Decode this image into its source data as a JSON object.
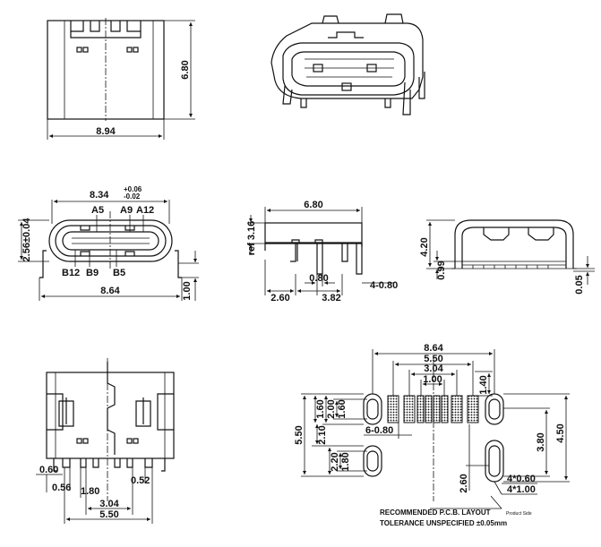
{
  "top_view": {
    "height": "6.80",
    "width": "8.94"
  },
  "front_view": {
    "width_top": "8.34",
    "tol_plus": "+0.06",
    "tol_minus": "-0.02",
    "height": "2.56",
    "height_tol": "±0.04",
    "pin_a5": "A5",
    "pin_a9": "A9",
    "pin_a12": "A12",
    "pin_b12": "B12",
    "pin_b9": "B9",
    "pin_b5": "B5",
    "bottom_width": "8.64",
    "leg": "1.00"
  },
  "side_view": {
    "length": "6.80",
    "ref": "ref 3.16",
    "d1": "0.80",
    "d2": "2.60",
    "d3": "3.82",
    "pins": "4-0.80"
  },
  "rear_view": {
    "height": "4.20",
    "d1": "0.99",
    "d2": "0.05"
  },
  "bottom_view": {
    "d1": "0.60",
    "d2": "0.56",
    "d3": "1.80",
    "d4": "0.52",
    "d5": "3.04",
    "d6": "5.50"
  },
  "pcb_layout": {
    "w1": "8.64",
    "w2": "5.50",
    "w3": "3.04",
    "w4": "1.00",
    "h1": "1.40",
    "l1": "1.60",
    "l2": "2.00",
    "l3": "1.60",
    "l4": "6-0.80",
    "l5": "5.50",
    "l6": "2.10",
    "l7": "2.20",
    "l8": "1.80",
    "r1": "3.80",
    "r2": "4.50",
    "r3": "2.60",
    "r4": "4*0.60",
    "r5": "4*1.00",
    "note1": "RECOMMENDED   P.C.B.  LAYOUT",
    "note2": "TOLERANCE  UNSPECIFIED  ±0.05mm",
    "stamp": "Product Side"
  }
}
